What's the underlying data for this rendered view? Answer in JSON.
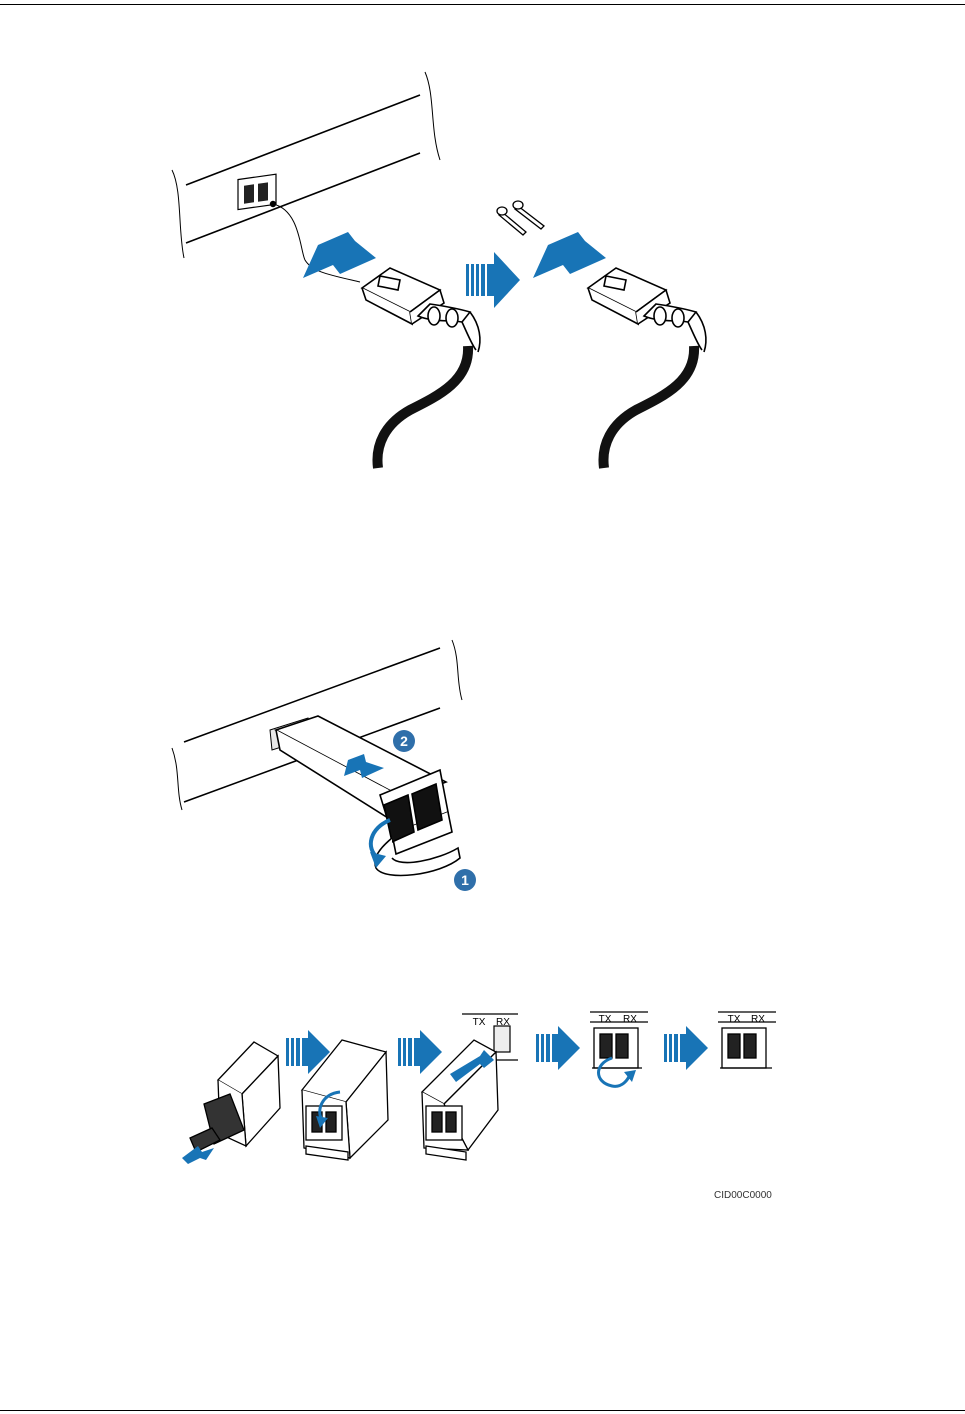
{
  "figure2": {
    "step_labels": [
      "1",
      "2"
    ]
  },
  "figure3": {
    "port_labels": {
      "tx": "TX",
      "rx": "RX"
    },
    "figure_code": "CID00C0000"
  },
  "colors": {
    "arrow_blue": "#1874b6",
    "marker_blue": "#2f6faa",
    "line": "#000000",
    "cable": "#111111"
  }
}
